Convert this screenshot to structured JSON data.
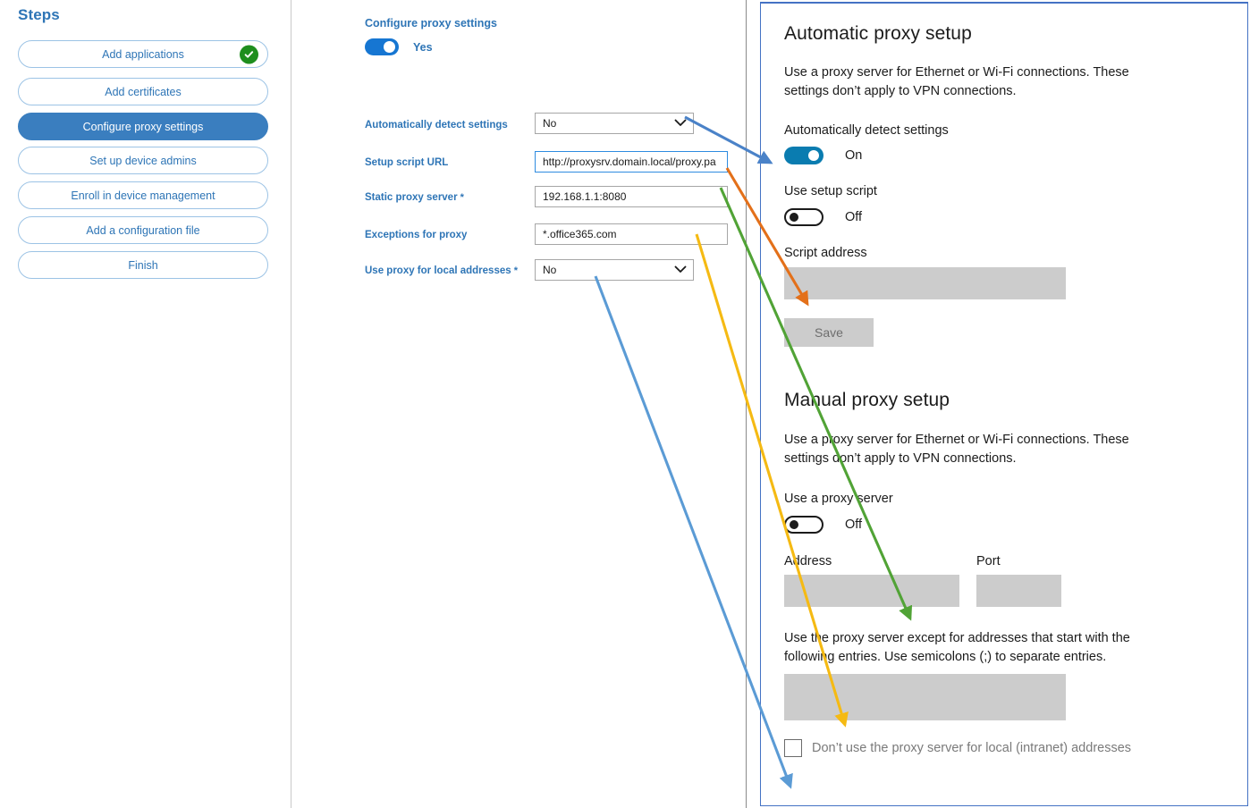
{
  "steps_panel": {
    "title": "Steps",
    "items": [
      {
        "label": "Add applications",
        "state": "complete",
        "active": false
      },
      {
        "label": "Add certificates",
        "state": "pending",
        "active": false
      },
      {
        "label": "Configure proxy settings",
        "state": "pending",
        "active": true
      },
      {
        "label": "Set up device admins",
        "state": "pending",
        "active": false
      },
      {
        "label": "Enroll in device management",
        "state": "pending",
        "active": false
      },
      {
        "label": "Add a configuration file",
        "state": "pending",
        "active": false
      },
      {
        "label": "Finish",
        "state": "pending",
        "active": false
      }
    ]
  },
  "form_panel": {
    "section_title": "Configure proxy settings",
    "master_toggle": {
      "label": "Yes",
      "on": true
    },
    "fields": [
      {
        "label": "Automatically detect settings",
        "required": false,
        "type": "select",
        "value": "No"
      },
      {
        "label": "Setup script URL",
        "required": false,
        "type": "text",
        "value": "http://proxysrv.domain.local/proxy.pa",
        "focused": true
      },
      {
        "label": "Static proxy server",
        "required": true,
        "type": "text",
        "value": "192.168.1.1:8080"
      },
      {
        "label": "Exceptions for proxy",
        "required": false,
        "type": "text",
        "value": "*.office365.com"
      },
      {
        "label": "Use proxy for local addresses",
        "required": true,
        "type": "select",
        "value": "No"
      }
    ]
  },
  "windows_panel": {
    "automatic": {
      "heading": "Automatic proxy setup",
      "description": "Use a proxy server for Ethernet or Wi-Fi connections. These settings don’t apply to VPN connections.",
      "auto_detect_label": "Automatically detect settings",
      "auto_detect_state": "On",
      "setup_script_label": "Use setup script",
      "setup_script_state": "Off",
      "script_address_label": "Script address",
      "script_address_value": "",
      "save_label": "Save"
    },
    "manual": {
      "heading": "Manual proxy setup",
      "description": "Use a proxy server for Ethernet or Wi-Fi connections. These settings don’t apply to VPN connections.",
      "use_proxy_label": "Use a proxy server",
      "use_proxy_state": "Off",
      "address_label": "Address",
      "address_value": "",
      "port_label": "Port",
      "port_value": "",
      "exceptions_description": "Use the proxy server except for addresses that start with the following entries. Use semicolons (;) to separate entries.",
      "exceptions_value": "",
      "bypass_local_label": "Don’t use the proxy server for local (intranet) addresses",
      "bypass_local_checked": false
    }
  },
  "annotations": {
    "arrows": [
      {
        "name": "auto-detect-mapping",
        "color": "#4A82C8",
        "from": "Automatically detect settings dropdown",
        "to": "Automatically detect settings toggle"
      },
      {
        "name": "setup-script-url-mapping",
        "color": "#E3701A",
        "from": "Setup script URL field",
        "to": "Script address box"
      },
      {
        "name": "static-proxy-server-mapping",
        "color": "#51A336",
        "from": "Static proxy server field",
        "to": "Address box"
      },
      {
        "name": "exceptions-mapping",
        "color": "#F5BA13",
        "from": "Exceptions for proxy field",
        "to": "Exceptions box"
      },
      {
        "name": "local-addresses-mapping",
        "color": "#5B9BD5",
        "from": "Use proxy for local addresses dropdown",
        "to": "Don’t use the proxy server for local (intranet) addresses checkbox"
      }
    ]
  },
  "colors": {
    "accent_blue": "#2E75B6",
    "active_step": "#3A7EBF",
    "step_border": "#9CC3E5",
    "complete_green": "#1E8E1E",
    "win_toggle_on": "#0A7CB0",
    "win_field_gray": "#cccccc",
    "panel_border": "#4472C4"
  }
}
